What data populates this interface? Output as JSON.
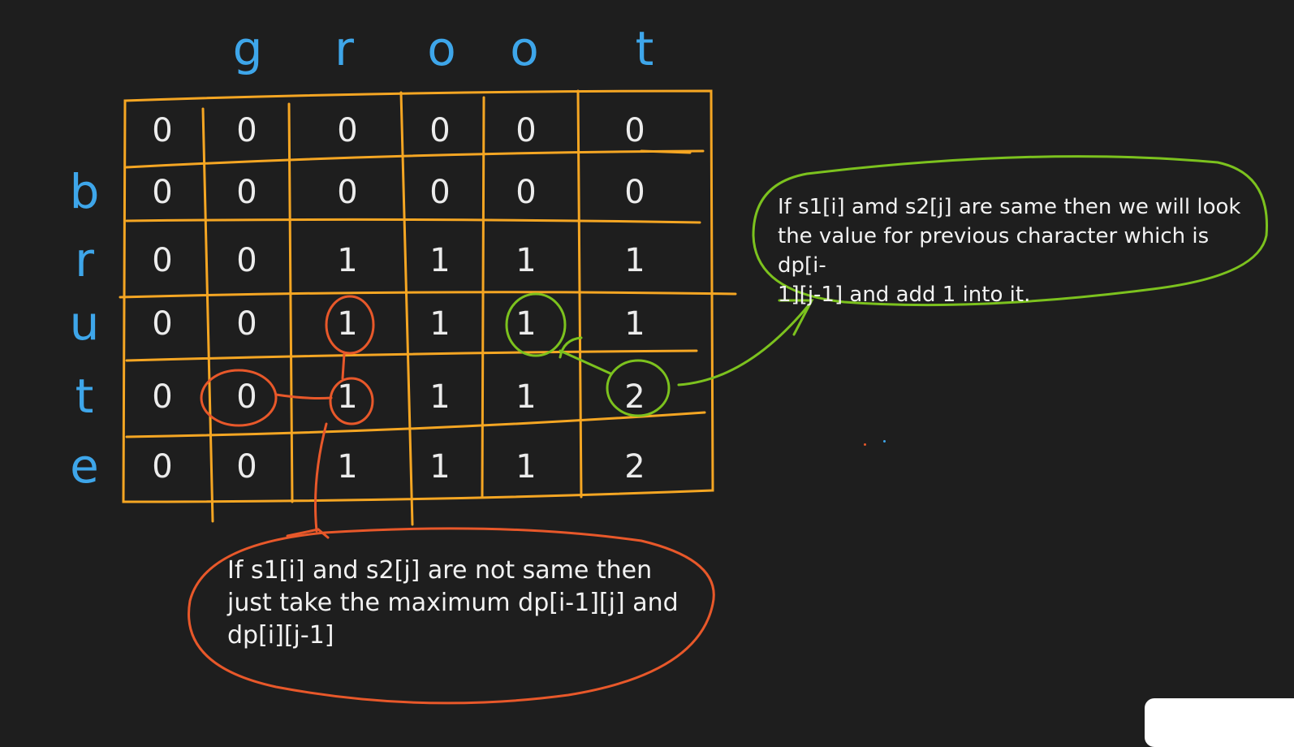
{
  "diagram": {
    "column_characters": [
      "g",
      "r",
      "o",
      "o",
      "t"
    ],
    "row_characters": [
      "b",
      "r",
      "u",
      "t",
      "e"
    ],
    "table": [
      [
        "0",
        "0",
        "0",
        "0",
        "0",
        "0"
      ],
      [
        "0",
        "0",
        "0",
        "0",
        "0",
        "0"
      ],
      [
        "0",
        "0",
        "1",
        "1",
        "1",
        "1"
      ],
      [
        "0",
        "0",
        "1",
        "1",
        "1",
        "1"
      ],
      [
        "0",
        "0",
        "1",
        "1",
        "1",
        "2"
      ],
      [
        "0",
        "0",
        "1",
        "1",
        "1",
        "2"
      ]
    ],
    "notes": {
      "same": "If s1[i] amd s2[j] are same then we will look\nthe value for previous character which is dp[i-\n1][j-1] and add 1 into it.",
      "not_same": "If s1[i] and s2[j] are not same then\njust take the maximum dp[i-1][j] and\ndp[i][j-1]"
    },
    "colors": {
      "background": "#1e1e1e",
      "grid": "#f5a623",
      "characters": "#3ea6ea",
      "values": "#ececec",
      "orange_annotation": "#e8582a",
      "green_annotation": "#7cc21e"
    }
  }
}
